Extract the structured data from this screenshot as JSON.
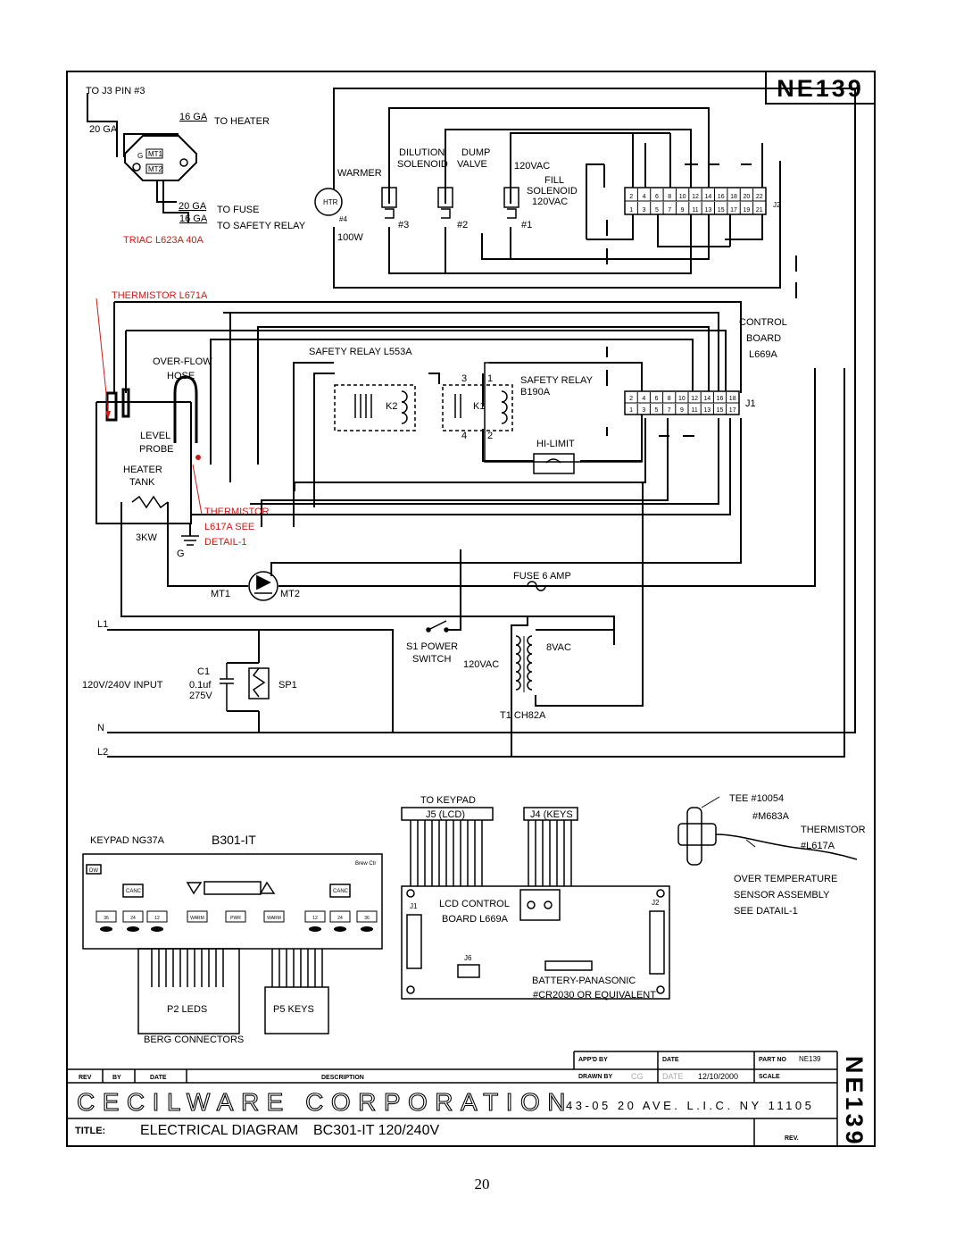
{
  "sheet_code": "NE139",
  "page_number": "20",
  "triac": {
    "to_j3": "TO J3 PIN #3",
    "ga20": "20 GA",
    "ga16_top": "16 GA",
    "to_heater": "TO HEATER",
    "mt1": "MT1",
    "mt2": "MT2",
    "g": "G",
    "ga20_fuse": "20 GA",
    "to_fuse": "TO FUSE",
    "ga16_relay": "16 GA",
    "to_safety_relay": "TO SAFETY RELAY",
    "part": "TRIAC L623A 40A"
  },
  "components": {
    "dilution": "DILUTION",
    "solenoid": "SOLENOID",
    "dump": "DUMP",
    "valve": "VALVE",
    "vac120": "120VAC",
    "warmer": "WARMER",
    "fill": "FILL",
    "fill_solenoid": "SOLENOID",
    "fill_vac": "120VAC",
    "htr": "HTR",
    "n4": "#4",
    "n3": "#3",
    "n2": "#2",
    "n1": "#1",
    "w100": "100W",
    "thermistor_top": "THERMISTOR L671A",
    "control": "CONTROL",
    "board": "BOARD",
    "board_part": "L669A",
    "safety_relay_l553a": "SAFETY RELAY L553A",
    "k2": "K2",
    "k1": "K1",
    "p3": "3",
    "p1": "1",
    "p4": "4",
    "p2": "2",
    "safety_relay": "SAFETY RELAY",
    "b190a": "B190A",
    "hi_limit": "HI-LIMIT",
    "j1": "J1",
    "j2": "J2",
    "overflow": "OVER-FLOW",
    "hose": "HOSE",
    "level": "LEVEL",
    "probe": "PROBE",
    "heater": "HEATER",
    "tank": "TANK",
    "kw3": "3KW",
    "g": "G",
    "thermistor": "THERMISTOR",
    "l617a_see": "L617A SEE",
    "detail1": "DETAIL-1",
    "fuse": "FUSE 6 AMP",
    "mt1": "MT1",
    "mt2": "MT2",
    "l1": "L1",
    "n": "N",
    "l2": "L2",
    "c1": "C1",
    "cap": "0.1uf",
    "v275": "275V",
    "sp1": "SP1",
    "input": "120V/240V INPUT",
    "s1_power": "S1 POWER",
    "switch": "SWITCH",
    "vac120_t": "120VAC",
    "vac8": "8VAC",
    "t1": "T1 CH82A",
    "j1_top": [
      "2",
      "4",
      "6",
      "8",
      "10",
      "12",
      "14",
      "16",
      "18",
      "20",
      "22"
    ],
    "j1_bot": [
      "1",
      "3",
      "5",
      "7",
      "9",
      "11",
      "13",
      "15",
      "17",
      "19",
      "21"
    ],
    "j2_top": [
      "2",
      "4",
      "6",
      "8",
      "10",
      "12",
      "14",
      "16",
      "18"
    ],
    "j2_bot": [
      "1",
      "3",
      "5",
      "7",
      "9",
      "11",
      "13",
      "15",
      "17"
    ]
  },
  "lower": {
    "to_keypad": "TO KEYPAD",
    "j5": "J5 (LCD)",
    "j4": "J4 (KEYS",
    "keypad": "KEYPAD NG37A",
    "b301": "B301-IT",
    "p2_leds": "P2 LEDS",
    "p5_keys": "P5 KEYS",
    "berg": "BERG CONNECTORS",
    "lcd_control": "LCD CONTROL",
    "board_l669a": "BOARD L669A",
    "battery": "BATTERY-PANASONIC",
    "cr2030": "#CR2030 OR EQUIVALENT",
    "tee": "TEE #10054",
    "m683a": "#M683A",
    "thermistor": "THERMISTOR",
    "l617a": "#L617A",
    "over_temp": "OVER TEMPERATURE",
    "sensor": "SENSOR ASSEMBLY",
    "see_detail": "SEE DATAIL-1",
    "j1": "J1",
    "j2": "J2",
    "j6": "J6",
    "kp_small": [
      "Brew Ctr",
      "DW",
      "CANC",
      "CANC"
    ],
    "kp_keys": [
      "36",
      "24",
      "12",
      "WARM",
      "PWR",
      "WARM",
      "12",
      "24",
      "36"
    ]
  },
  "title_block": {
    "appd_by": "APP'D BY",
    "date": "DATE",
    "part_no": "PART NO",
    "part_val": "NE139",
    "rev": "REV",
    "by": "BY",
    "date2": "DATE",
    "description": "DESCRIPTION",
    "drawn_by": "DRAWN BY",
    "drawn_val": "CG",
    "date3": "DATE",
    "date_val": "12/10/2000",
    "scale": "SCALE",
    "company": "CECILWARE CORPORATION",
    "address": "43-05 20 AVE. L.I.C. NY 11105",
    "title_label": "TITLE:",
    "title": "ELECTRICAL DIAGRAM",
    "model": "BC301-IT 120/240V",
    "rev2": "REV.",
    "vertical_code": "NE139"
  }
}
